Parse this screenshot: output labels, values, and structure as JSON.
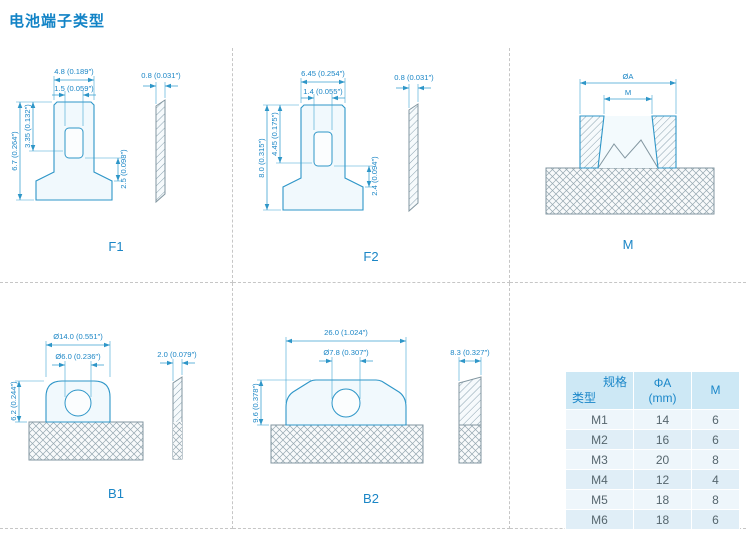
{
  "page": {
    "title": "电池端子类型"
  },
  "f1": {
    "label": "F1",
    "dim_width": "4.8 (0.189″)",
    "dim_slot_width": "1.5 (0.059″)",
    "dim_thickness": "0.8 (0.031″)",
    "dim_height": "6.7 (0.264″)",
    "dim_inner_height": "3.35 (0.132″)",
    "dim_slot_offset": "2.5 (0.098″)"
  },
  "f2": {
    "label": "F2",
    "dim_width": "6.45 (0.254″)",
    "dim_slot_width": "1.4 (0.055″)",
    "dim_thickness": "0.8 (0.031″)",
    "dim_height": "8.0 (0.315″)",
    "dim_inner_height": "4.45 (0.175″)",
    "dim_slot_offset": "2.4 (0.094″)"
  },
  "m": {
    "label": "M",
    "dim_outer": "ØA",
    "dim_thread": "M"
  },
  "b1": {
    "label": "B1",
    "dim_outer": "Ø14.0 (0.551″)",
    "dim_hole": "Ø6.0 (0.236″)",
    "dim_thickness": "2.0 (0.079″)",
    "dim_height": "6.2 (0.244″)"
  },
  "b2": {
    "label": "B2",
    "dim_width": "26.0 (1.024″)",
    "dim_hole": "Ø7.8 (0.307″)",
    "dim_thickness": "8.3 (0.327″)",
    "dim_height": "9.6 (0.378″)"
  },
  "table": {
    "header_spec": "规格",
    "header_type": "类型",
    "header_phiA_line1": "ΦA",
    "header_phiA_line2": "(mm)",
    "header_m": "M",
    "rows": [
      {
        "type": "M1",
        "phiA": "14",
        "m": "6"
      },
      {
        "type": "M2",
        "phiA": "16",
        "m": "6"
      },
      {
        "type": "M3",
        "phiA": "20",
        "m": "8"
      },
      {
        "type": "M4",
        "phiA": "12",
        "m": "4"
      },
      {
        "type": "M5",
        "phiA": "18",
        "m": "8"
      },
      {
        "type": "M6",
        "phiA": "18",
        "m": "6"
      }
    ]
  }
}
